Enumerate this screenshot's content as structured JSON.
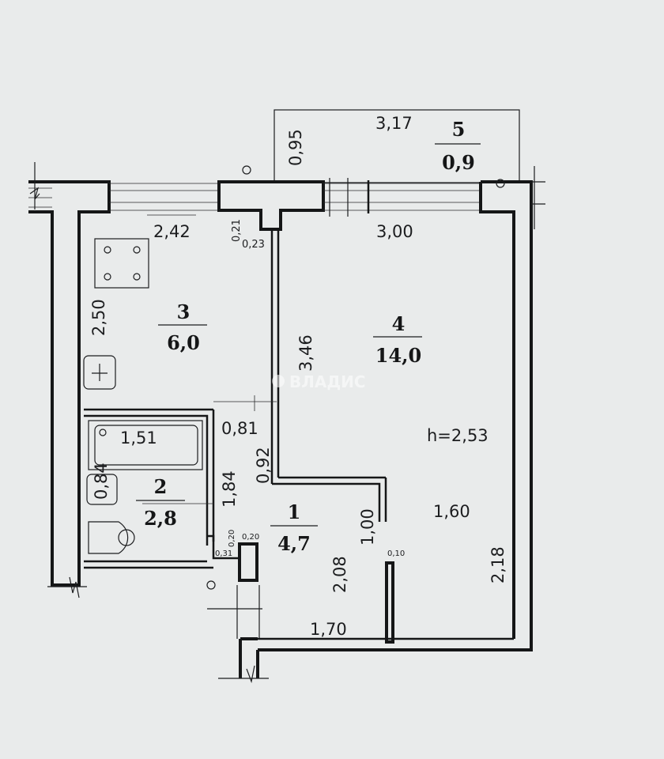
{
  "rooms": [
    {
      "number": "1",
      "area": "4,7"
    },
    {
      "number": "2",
      "area": "2,8"
    },
    {
      "number": "3",
      "area": "6,0"
    },
    {
      "number": "4",
      "area": "14,0"
    },
    {
      "number": "5",
      "area": "0,9"
    }
  ],
  "ceiling_height": "h=2,53",
  "dimensions": {
    "balcony_width": "3,17",
    "balcony_depth": "0,95",
    "kitchen_width": "2,42",
    "kitchen_depth": "2,50",
    "partition_a": "0,21",
    "partition_b": "0,23",
    "room_width": "3,00",
    "room_wall": "3,46",
    "bath_length": "1,51",
    "bath_sink": "0,84",
    "corr_width": "0,81",
    "corr_depth": "0,92",
    "bathroom_depth": "1,84",
    "corr_small_a": "0,20",
    "corr_small_b": "0,20",
    "corr_small_c": "0,31",
    "niche_depth": "1,00",
    "niche_width": "1,60",
    "partition_thick": "0,10",
    "hall_depth": "2,08",
    "right_wall": "2,18",
    "hall_width": "1,70"
  },
  "watermark": "ВЛАДИС"
}
